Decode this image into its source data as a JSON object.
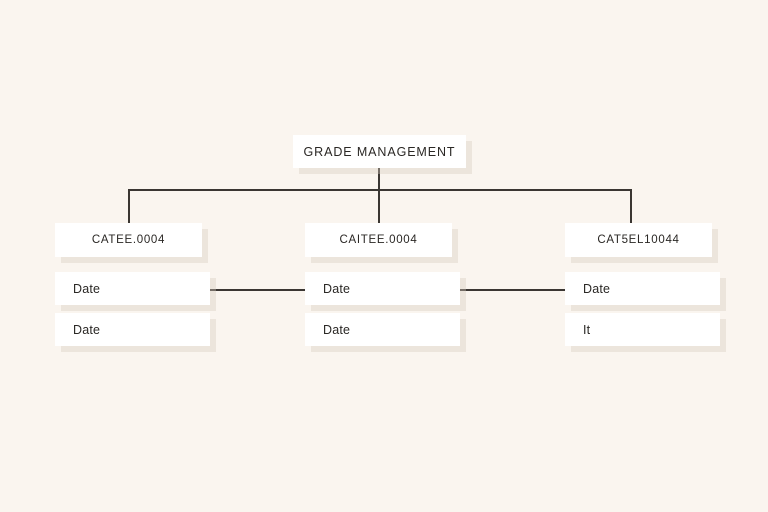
{
  "diagram": {
    "type": "org-chart",
    "background_color": "#faf5ef",
    "node_color": "#ffffff",
    "line_color": "#3a3632",
    "text_color": "#2a2724",
    "root": {
      "label": "GRADE MANAGEMENT"
    },
    "columns": [
      {
        "category": "CATEE.0004",
        "leaves": [
          "Date",
          "Date"
        ]
      },
      {
        "category": "CAITEE.0004",
        "leaves": [
          "Date",
          "Date"
        ]
      },
      {
        "category": "CAT5EL10044",
        "leaves": [
          "Date",
          "It"
        ]
      }
    ]
  }
}
